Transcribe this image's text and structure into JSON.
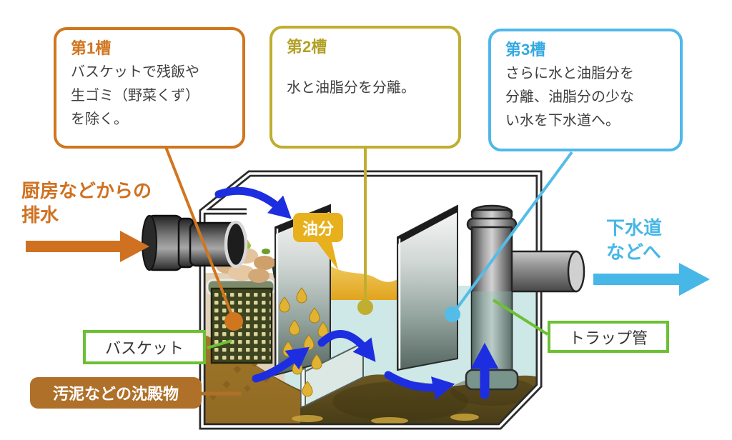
{
  "diagram_title": "grease-trap-three-chamber-diagram",
  "callouts": [
    {
      "title": "第1槽",
      "body": "バスケットで残飯や\n生ゴミ（野菜くず）\nを除く。",
      "color": "#d0761f"
    },
    {
      "title": "第2槽",
      "body": "水と油脂分を分離。",
      "color": "#bfae2f"
    },
    {
      "title": "第3槽",
      "body": "さらに水と油脂分を\n分離、油脂分の少な\nい水を下水道へ。",
      "color": "#4fb8ea"
    }
  ],
  "flow_labels": {
    "inlet": "厨房などからの\n排水",
    "outlet": "下水道\nなどへ"
  },
  "part_labels": {
    "oil": "油分",
    "basket": "バスケット",
    "sludge": "汚泥などの沈殿物",
    "trap_pipe": "トラップ管"
  },
  "colors": {
    "chamber1_accent": "#d0761f",
    "chamber2_accent": "#bfae2f",
    "chamber3_accent": "#4fb8ea",
    "flow_arrow_blue": "#1d2ee0",
    "label_border_green": "#6cc033",
    "oil_badge": "#e7b01c",
    "sludge_badge": "#af702a",
    "water": "#cde8e6",
    "oil_layer": "#e8b62c",
    "sludge_brown": "#8a6e2c",
    "body_text": "#3f3f3f"
  }
}
